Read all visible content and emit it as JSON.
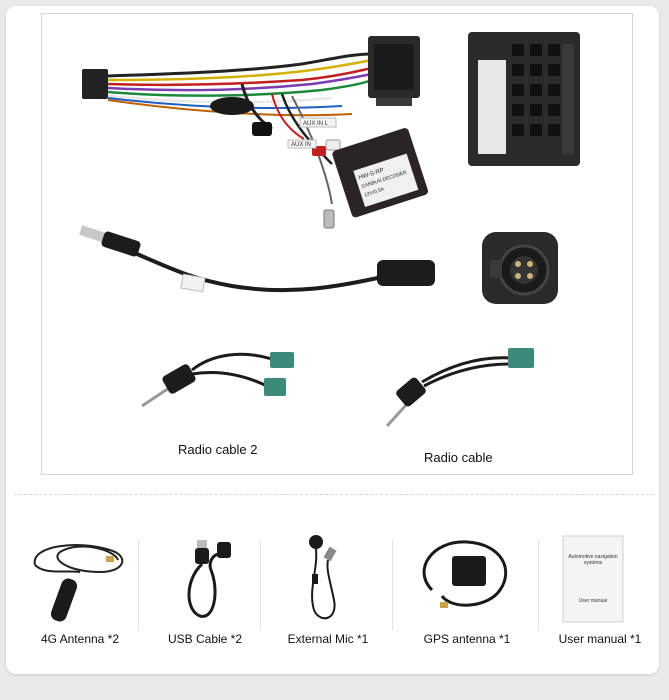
{
  "captions": {
    "radio_cable_2": "Radio cable 2",
    "radio_cable": "Radio cable"
  },
  "labels": {
    "harness_tag_aux": "AUX IN L",
    "harness_tag_white": "AUX IN",
    "box_line1": "HW-S-RP",
    "box_line2": "CANBUS DECODER",
    "box_line3": "12V/0.5A"
  },
  "accessories": [
    {
      "label": "4G Antenna *2"
    },
    {
      "label": "USB Cable *2"
    },
    {
      "label": "External Mic *1"
    },
    {
      "label": "GPS antenna *1"
    },
    {
      "label": "User manual *1"
    }
  ],
  "manual": {
    "title": "Automotive navigation systems",
    "subtitle": "User manual"
  },
  "colors": {
    "page_bg": "#e9e9e9",
    "card_bg": "#ffffff",
    "cable_black": "#1c1c1c",
    "fakra_green": "#3c8a7a",
    "connector_dark": "#2a2a2a"
  }
}
